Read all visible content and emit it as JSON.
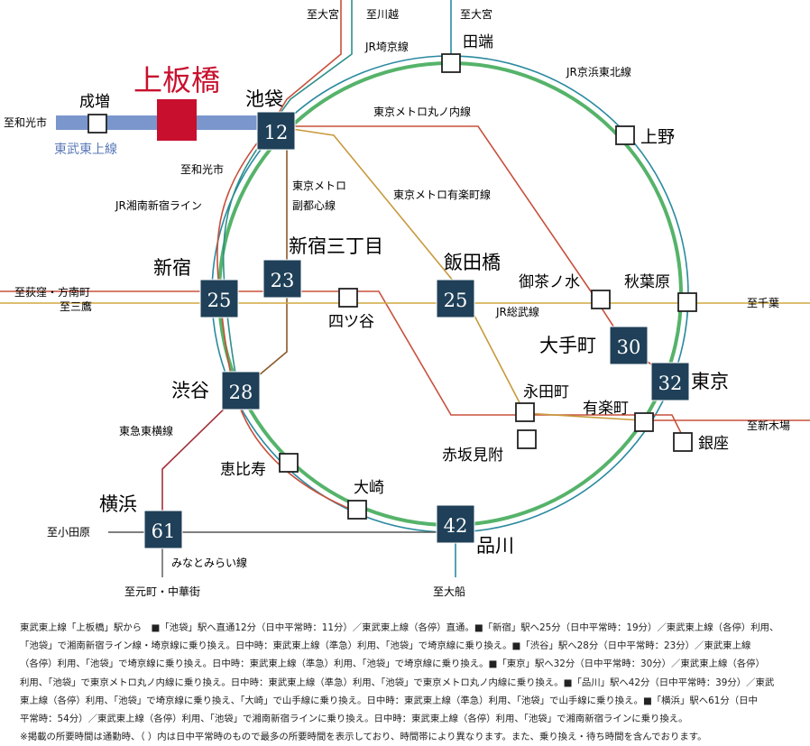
{
  "colors": {
    "yamanote": "#55b36a",
    "saikyo": "#2f8f8a",
    "keihin": "#2a8aa0",
    "tobu": "#7a96cc",
    "marunouchi": "#c8503c",
    "yurakucho": "#c79a3c",
    "fukutoshin": "#8a5a2a",
    "sobu": "#d2a840",
    "chuo": "#c8503c",
    "toyoko": "#a0303a",
    "station_box": "#1f4058",
    "accent_red": "#c8102e"
  },
  "home_station": {
    "name": "上板橋",
    "icon": "red-square-marker-icon"
  },
  "stations": [
    {
      "id": "ikebukuro",
      "name": "池袋",
      "minutes": "12"
    },
    {
      "id": "shinjuku",
      "name": "新宿",
      "minutes": "25"
    },
    {
      "id": "shinjuku3",
      "name": "新宿三丁目",
      "minutes": "23"
    },
    {
      "id": "iidabashi",
      "name": "飯田橋",
      "minutes": "25"
    },
    {
      "id": "otemachi",
      "name": "大手町",
      "minutes": "30"
    },
    {
      "id": "tokyo",
      "name": "東京",
      "minutes": "32"
    },
    {
      "id": "shibuya",
      "name": "渋谷",
      "minutes": "28"
    },
    {
      "id": "yokohama",
      "name": "横浜",
      "minutes": "61"
    },
    {
      "id": "shinagawa",
      "name": "品川",
      "minutes": "42"
    }
  ],
  "minor_stations": [
    {
      "id": "narimasu",
      "name": "成増"
    },
    {
      "id": "tabata",
      "name": "田端"
    },
    {
      "id": "ueno",
      "name": "上野"
    },
    {
      "id": "yotsuya",
      "name": "四ツ谷"
    },
    {
      "id": "ochanomizu",
      "name": "御茶ノ水"
    },
    {
      "id": "akihabara",
      "name": "秋葉原"
    },
    {
      "id": "nagatacho",
      "name": "永田町"
    },
    {
      "id": "yurakucho",
      "name": "有楽町"
    },
    {
      "id": "akasakamitsuke",
      "name": "赤坂見附"
    },
    {
      "id": "ginza",
      "name": "銀座"
    },
    {
      "id": "ebisu",
      "name": "恵比寿"
    },
    {
      "id": "osaki",
      "name": "大崎"
    }
  ],
  "line_labels": {
    "tobu_tojo": "東武東上線",
    "saikyo": "JR埼京線",
    "keihin_tohoku": "JR京浜東北線",
    "marunouchi": "東京メトロ丸ノ内線",
    "yurakucho": "東京メトロ有楽町線",
    "fukutoshin_1": "東京メトロ",
    "fukutoshin_2": "副都心線",
    "shonan_shinjuku": "JR湘南新宿ライン",
    "sobu": "JR総武線",
    "toyoko": "東急東横線",
    "minatomirai": "みなとみらい線"
  },
  "destinations": {
    "omiya_1": "至大宮",
    "kawagoe": "至川越",
    "omiya_2": "至大宮",
    "wakoshi_1": "至和光市",
    "wakoshi_2": "至和光市",
    "ogikubo": "至荻窪・方南町",
    "mitaka": "至三鷹",
    "chiba": "至千葉",
    "shinkiba": "至新木場",
    "odawara": "至小田原",
    "motomachi": "至元町・中華街",
    "ofuna": "至大船"
  },
  "footnote": {
    "lines": [
      "東武東上線「上板橋」駅から　■「池袋」駅へ直通12分（日中平常時：11分）／東武東上線（各停）直通。■「新宿」駅へ25分（日中平常時：19分）／東武東上線（各停）利用、",
      "「池袋」で湘南新宿ライン線・埼京線に乗り換え。日中時：東武東上線（準急）利用、「池袋」で埼京線に乗り換え。■「渋谷」駅へ28分（日中平常時：23分）／東武東上線",
      "（各停）利用、「池袋」で埼京線に乗り換え。日中時：東武東上線（準急）利用、「池袋」で埼京線に乗り換え。■「東京」駅へ32分（日中平常時：30分）／東武東上線（各停）",
      "利用、「池袋」で東京メトロ丸ノ内線に乗り換え。日中時：東武東上線（準急）利用、「池袋」で東京メトロ丸ノ内線に乗り換え。■「品川」駅へ42分（日中平常時：39分）／東武",
      "東上線（各停）利用、「池袋」で埼京線に乗り換え、「大崎」で山手線に乗り換え。日中時：東武東上線（準急）利用、「池袋」で山手線に乗り換え。■「横浜」駅へ61分（日中",
      "平常時：54分）／東武東上線（各停）利用、「池袋」で湘南新宿ラインに乗り換え。日中時：東武東上線（各停）利用、「池袋」で湘南新宿ラインに乗り換え。"
    ],
    "disclaimer": "※掲載の所要時間は通勤時、（ ）内は日中平常時のもので最多の所要時間を表示しており、時間帯により異なります。また、乗り換え・待ち時間を含んでおります。"
  }
}
